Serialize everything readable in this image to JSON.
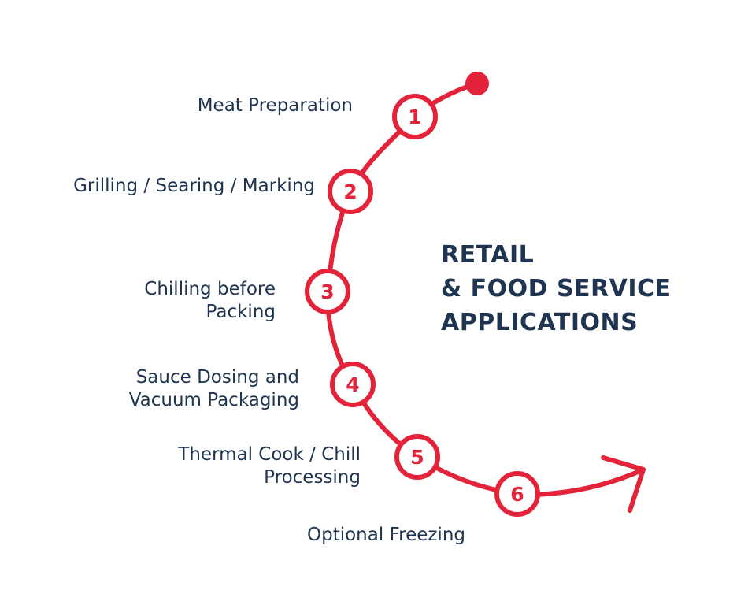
{
  "colors": {
    "accent": "#e2233a",
    "text": "#1f3450",
    "background": "#ffffff"
  },
  "title_lines": [
    "RETAIL",
    "& FOOD SERVICE",
    "APPLICATIONS"
  ],
  "steps": [
    {
      "number": "1",
      "label_lines": [
        "Meat Preparation"
      ]
    },
    {
      "number": "2",
      "label_lines": [
        "Grilling / Searing / Marking"
      ]
    },
    {
      "number": "3",
      "label_lines": [
        "Chilling before",
        "Packing"
      ]
    },
    {
      "number": "4",
      "label_lines": [
        "Sauce Dosing and",
        "Vacuum Packaging"
      ]
    },
    {
      "number": "5",
      "label_lines": [
        "Thermal Cook / Chill",
        "Processing"
      ]
    },
    {
      "number": "6",
      "label_lines": [
        "Optional Freezing"
      ]
    }
  ]
}
